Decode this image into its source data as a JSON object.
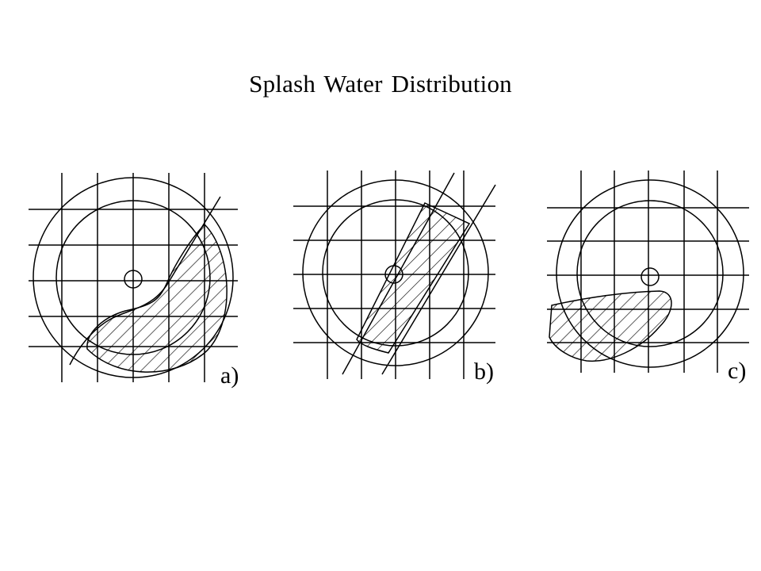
{
  "title": "Splash Water Distribution",
  "panels": [
    {
      "label": "a)"
    },
    {
      "label": "b)"
    },
    {
      "label": "c)"
    }
  ]
}
